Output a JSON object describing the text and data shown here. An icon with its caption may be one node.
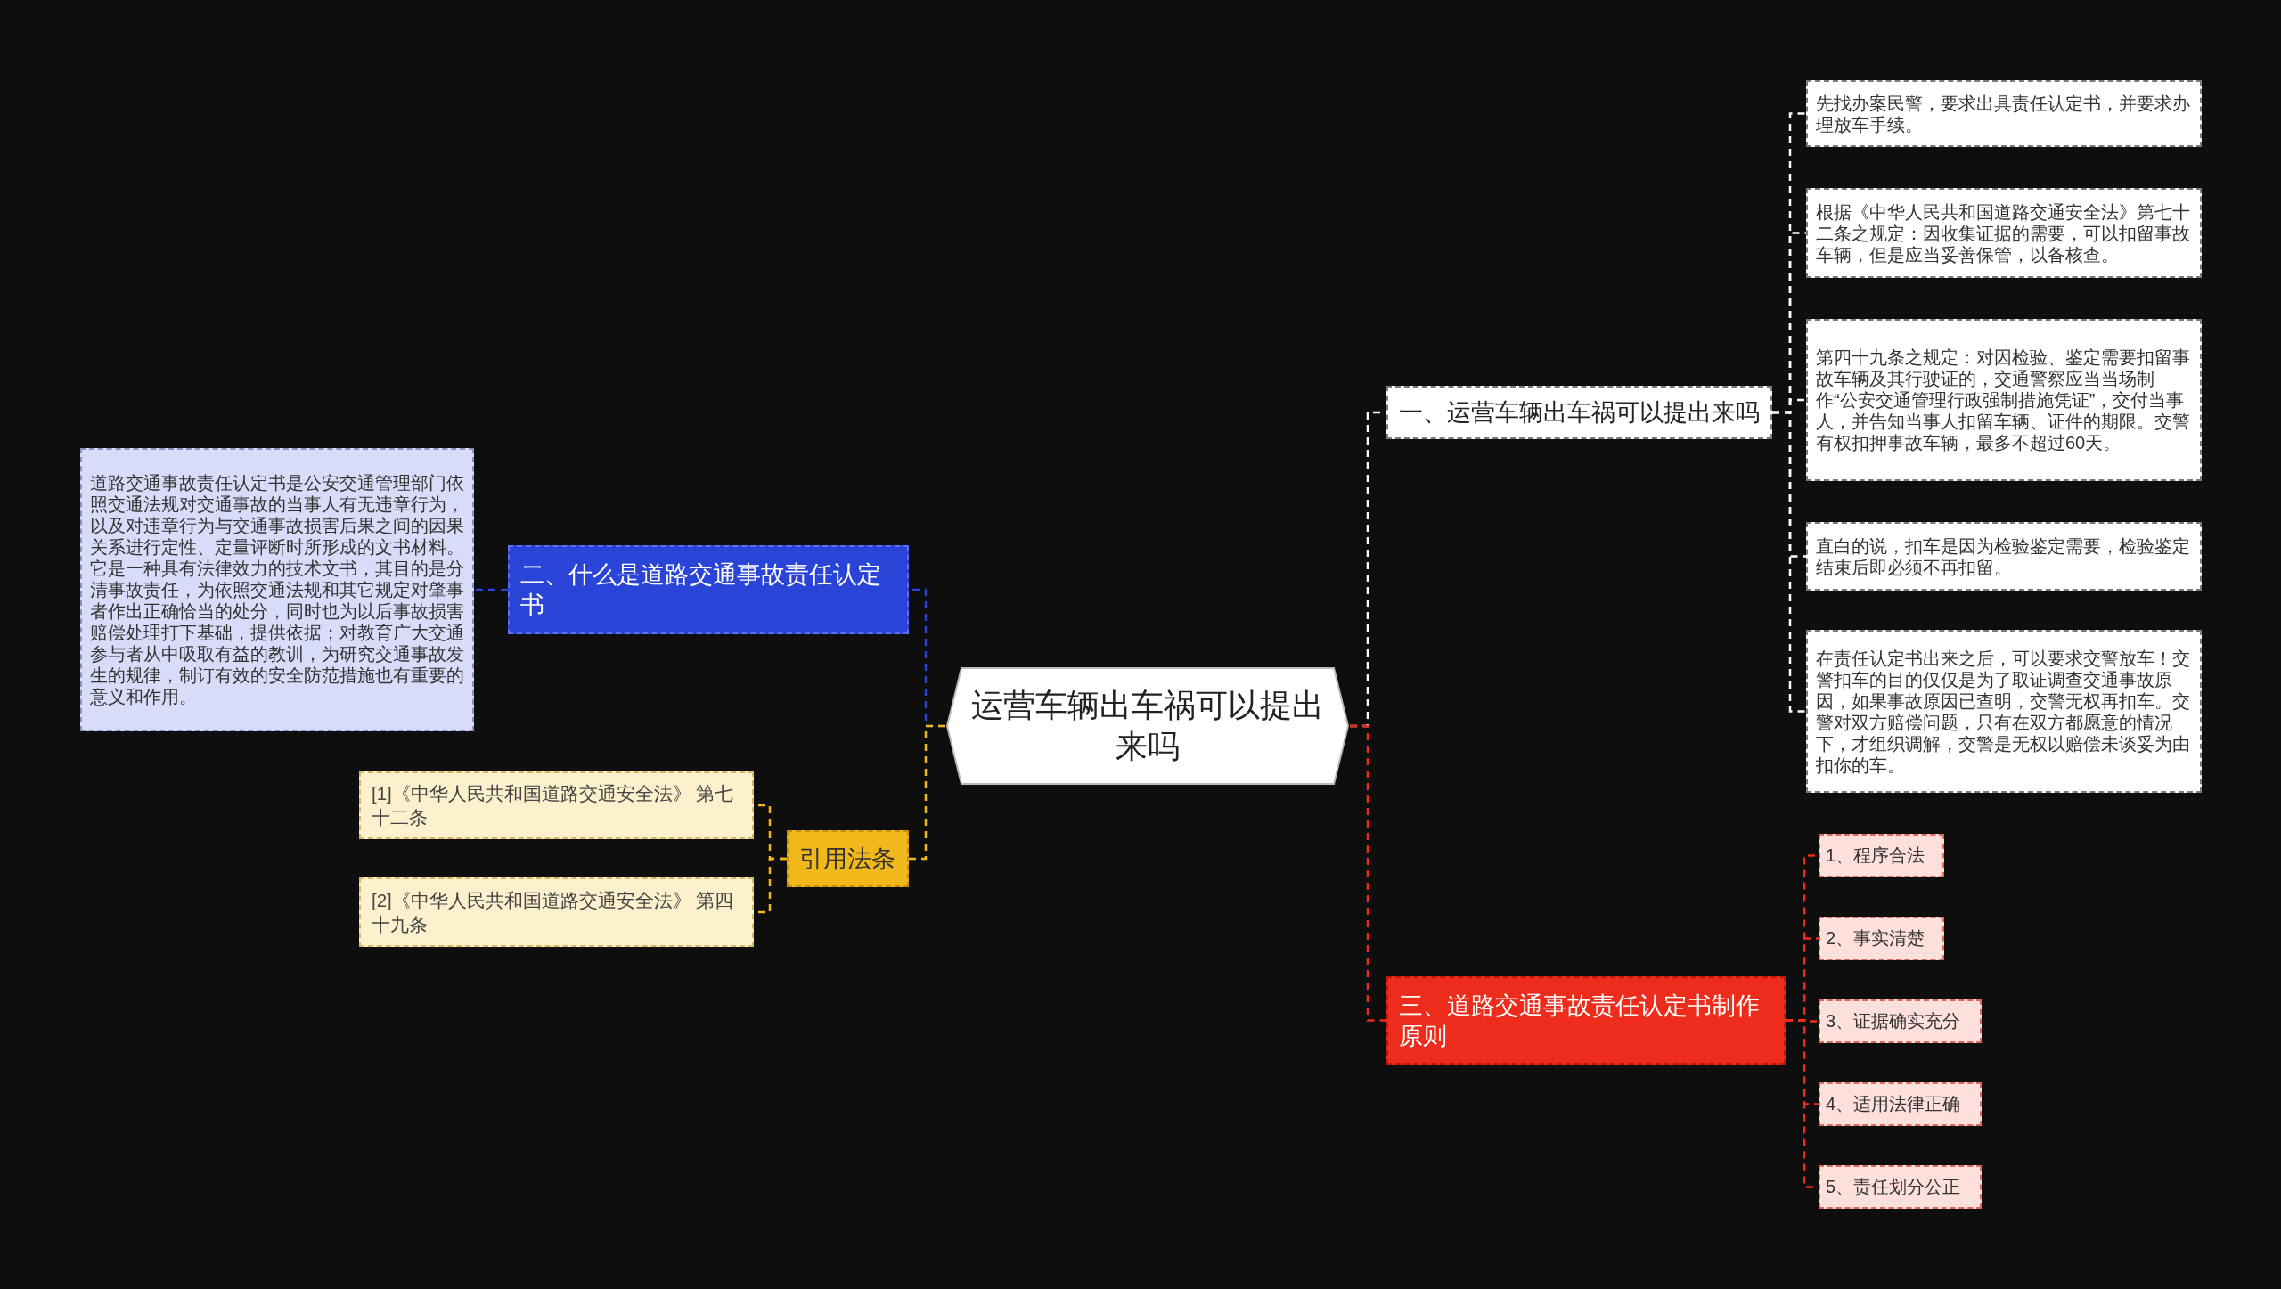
{
  "diagram": {
    "nodes": [
      {
        "text": [
          "运营车辆出车祸可以提出来吗"
        ]
      },
      {
        "text": [
          "一、运营车辆出车祸可以提出来吗"
        ]
      },
      {
        "text": [
          "先找办案民警，要求出具责任认定书，并要求办理放车手续。"
        ]
      },
      {
        "text": [
          "根据《中华人民共和国道路交通安全法》第七十二条之规定：因收集证据的需要，可以扣留事故车辆，但是应当妥善保管，以备核查。"
        ]
      },
      {
        "text": [
          "第四十九条之规定：对因检验、鉴定需要扣留事故车辆及其行驶证的，交通警察应当当场制作“公安交通管理行政强制措施凭证”，交付当事人，并告知当事人扣留车辆、证件的期限。交警有权扣押事故车辆，最多不超过60天。"
        ]
      },
      {
        "text": [
          "直白的说，扣车是因为检验鉴定需要，检验鉴定结束后即必须不再扣留。"
        ]
      },
      {
        "text": [
          "在责任认定书出来之后，可以要求交警放车！交警扣车的目的仅仅是为了取证调查交通事故原因，如果事故原因已查明，交警无权再扣车。交警对双方赔偿问题，只有在双方都愿意的情况下，才组织调解，交警是无权以赔偿未谈妥为由扣你的车。"
        ]
      },
      {
        "text": [
          "三、道路交通事故责任认定书制作原则"
        ]
      },
      {
        "text": [
          "1、程序合法"
        ]
      },
      {
        "text": [
          "2、事实清楚"
        ]
      },
      {
        "text": [
          "3、证据确实充分"
        ]
      },
      {
        "text": [
          "4、适用法律正确"
        ]
      },
      {
        "text": [
          "5、责任划分公正"
        ]
      },
      {
        "text": [
          "二、什么是道路交通事故责任认定书"
        ]
      },
      {
        "text": [
          "道路交通事故责任认定书是公安交通管理部门依照交通法规对交通事故的当事人有无违章行为，以及对违章行为与交通事故损害后果之间的因果关系进行定性、定量评断时所形成的文书材料。它是一种具有法律效力的技术文书，其目的是分清事故责任，为依照交通法规和其它规定对肇事者作出正确恰当的处分，同时也为以后事故损害赔偿处理打下基础，提供依据；对教育广大交通参与者从中吸取有益的教训，为研究交通事故发生的规律，制订有效的安全防范措施也有重要的意义和作用。"
        ]
      },
      {
        "text": [
          "引用法条"
        ]
      },
      {
        "text": [
          "[1]《中华人民共和国道路交通安全法》 第七十二条"
        ]
      },
      {
        "text": [
          "[2]《中华人民共和国道路交通安全法》 第四十九条"
        ]
      }
    ],
    "edges": [
      {
        "from": 0,
        "to": 1,
        "arrow": "none",
        "color": "#ffffff"
      },
      {
        "from": 1,
        "to": 2,
        "arrow": "none",
        "color": "#ffffff"
      },
      {
        "from": 1,
        "to": 3,
        "arrow": "none",
        "color": "#ffffff"
      },
      {
        "from": 1,
        "to": 4,
        "arrow": "none",
        "color": "#ffffff"
      },
      {
        "from": 1,
        "to": 5,
        "arrow": "none",
        "color": "#ffffff"
      },
      {
        "from": 1,
        "to": 6,
        "arrow": "none",
        "color": "#ffffff"
      },
      {
        "from": 0,
        "to": 7,
        "arrow": "none",
        "color": "#ee2c1c"
      },
      {
        "from": 7,
        "to": 8,
        "arrow": "none",
        "color": "#ee2c1c"
      },
      {
        "from": 7,
        "to": 9,
        "arrow": "none",
        "color": "#ee2c1c"
      },
      {
        "from": 7,
        "to": 10,
        "arrow": "none",
        "color": "#ee2c1c"
      },
      {
        "from": 7,
        "to": 11,
        "arrow": "none",
        "color": "#ee2c1c"
      },
      {
        "from": 7,
        "to": 12,
        "arrow": "none",
        "color": "#ee2c1c"
      },
      {
        "from": 0,
        "to": 13,
        "arrow": "none",
        "color": "#2a44d8"
      },
      {
        "from": 13,
        "to": 14,
        "arrow": "none",
        "color": "#2a44d8"
      },
      {
        "from": 0,
        "to": 15,
        "arrow": "none",
        "color": "#f0b81a"
      },
      {
        "from": 15,
        "to": 16,
        "arrow": "none",
        "color": "#f0b81a"
      },
      {
        "from": 15,
        "to": 17,
        "arrow": "none",
        "color": "#f0b81a"
      }
    ]
  }
}
